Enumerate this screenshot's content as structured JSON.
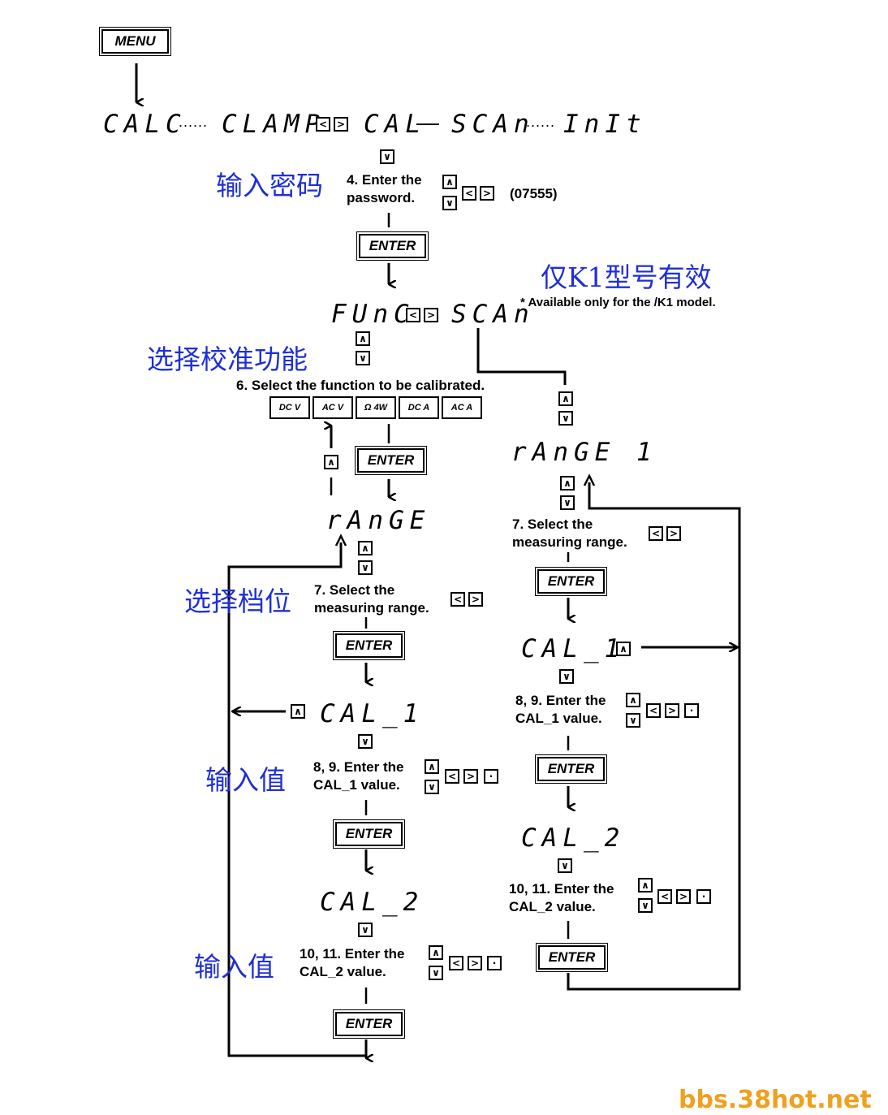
{
  "menu_label": "MENU",
  "top_row": {
    "calc": "CALC",
    "clamp": "CLAMP",
    "cal": "CAL",
    "scan": "SCAn",
    "init": "InIt",
    "dots": "......",
    "dash": "—"
  },
  "keys": {
    "up": "∧",
    "down": "∨",
    "left": "<",
    "right": ">",
    "dot": "·"
  },
  "password": {
    "step_line1": "4. Enter the",
    "step_line2": "password.",
    "code": "(07555)",
    "cn": "输入密码"
  },
  "enter_label": "ENTER",
  "func": "FUnC",
  "scan2": "SCAn",
  "k1": {
    "cn": "仅K1型号有效",
    "note": "* Available only for the /K1 model."
  },
  "select_function": {
    "cn": "选择校准功能",
    "step": "6. Select the function to be calibrated.",
    "keys": [
      "DC V",
      "AC V",
      "Ω 4W",
      "DC A",
      "AC A"
    ]
  },
  "range": "rAnGE",
  "range1": "rAnGE 1",
  "select_range": {
    "cn": "选择档位",
    "line1": "7. Select the",
    "line2": "measuring range."
  },
  "cal1": "CAL_1",
  "cal2": "CAL_2",
  "enter_cal1": {
    "cn": "输入值",
    "line1": "8, 9. Enter the",
    "line2": "CAL_1 value."
  },
  "enter_cal2": {
    "cn": "输入值",
    "line1": "10, 11. Enter the",
    "line2": "CAL_2 value."
  },
  "watermark": "bbs.38hot.net"
}
